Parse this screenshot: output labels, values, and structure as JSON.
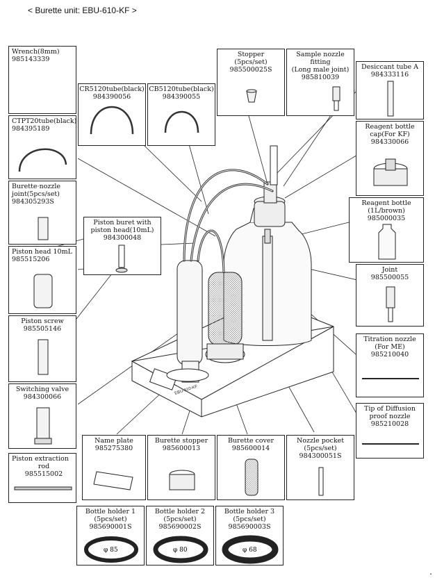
{
  "title": "< Burette unit: EBU-610-KF >",
  "parts": {
    "wrench": {
      "name": "Wrench(8mm)",
      "code": "985143339"
    },
    "cr5120": {
      "name": "CR5120tube(black)",
      "code": "984390056"
    },
    "cb5120": {
      "name": "CB5120tube(black)",
      "code": "984390055"
    },
    "stopper": {
      "name1": "Stopper",
      "name2": "(5pcs/set)",
      "code": "985500025S"
    },
    "nozzle_fitting": {
      "name1": "Sample nozzle",
      "name2": "fitting",
      "name3": "(Long male joint)",
      "code": "985810039"
    },
    "desiccant": {
      "name": "Desiccant tube A",
      "code": "984333116"
    },
    "ctpt20": {
      "name": "CTPT20tube(black)",
      "code": "984395189"
    },
    "cap": {
      "name1": "Reagent bottle",
      "name2": "cap(For KF)",
      "code": "984330066"
    },
    "burette_joint": {
      "name1": "Burette·nozzle",
      "name2": "joint(5pcs/set)",
      "code": "984305293S"
    },
    "piston_buret": {
      "name1": "Piston buret with",
      "name2": "piston head(10mL)",
      "code": "984300048"
    },
    "reagent_bottle": {
      "name1": "Reagent bottle",
      "name2": "(1L/brown)",
      "code": "985000035"
    },
    "piston_head": {
      "name": "Piston head 10mL",
      "code": "985515206"
    },
    "joint": {
      "name": "Joint",
      "code": "985500055"
    },
    "piston_screw": {
      "name": "Piston screw",
      "code": "985505146"
    },
    "titration_nozzle": {
      "name1": "Titration nozzle",
      "name2": "(For ME)",
      "code": "985210040"
    },
    "switching_valve": {
      "name": "Switching valve",
      "code": "984300066"
    },
    "diffusion_tip": {
      "name1": "Tip of Diffusion",
      "name2": "proof nozzle",
      "code": "985210028"
    },
    "extraction_rod": {
      "name1": "Piston extraction",
      "name2": "rod",
      "code": "985515002"
    },
    "name_plate": {
      "name": "Name plate",
      "code": "985275380"
    },
    "burette_stopper": {
      "name": "Burette stopper",
      "code": "985600013"
    },
    "burette_cover": {
      "name": "Burette cover",
      "code": "985600014"
    },
    "nozzle_pocket": {
      "name1": "Nozzle pocket",
      "name2": "(5pcs/set)",
      "code": "984300051S"
    },
    "holder1": {
      "name1": "Bottle holder 1",
      "name2": "(5pcs/set)",
      "code": "985690001S",
      "dia": "φ 85"
    },
    "holder2": {
      "name1": "Bottle holder 2",
      "name2": "(5pcs/set)",
      "code": "985690002S",
      "dia": "φ 80"
    },
    "holder3": {
      "name1": "Bottle holder 3",
      "name2": "(5pcs/set)",
      "code": "985690003S",
      "dia": "φ 68"
    }
  },
  "unit_label": "EBU-610-KF",
  "trailing_mark": "."
}
